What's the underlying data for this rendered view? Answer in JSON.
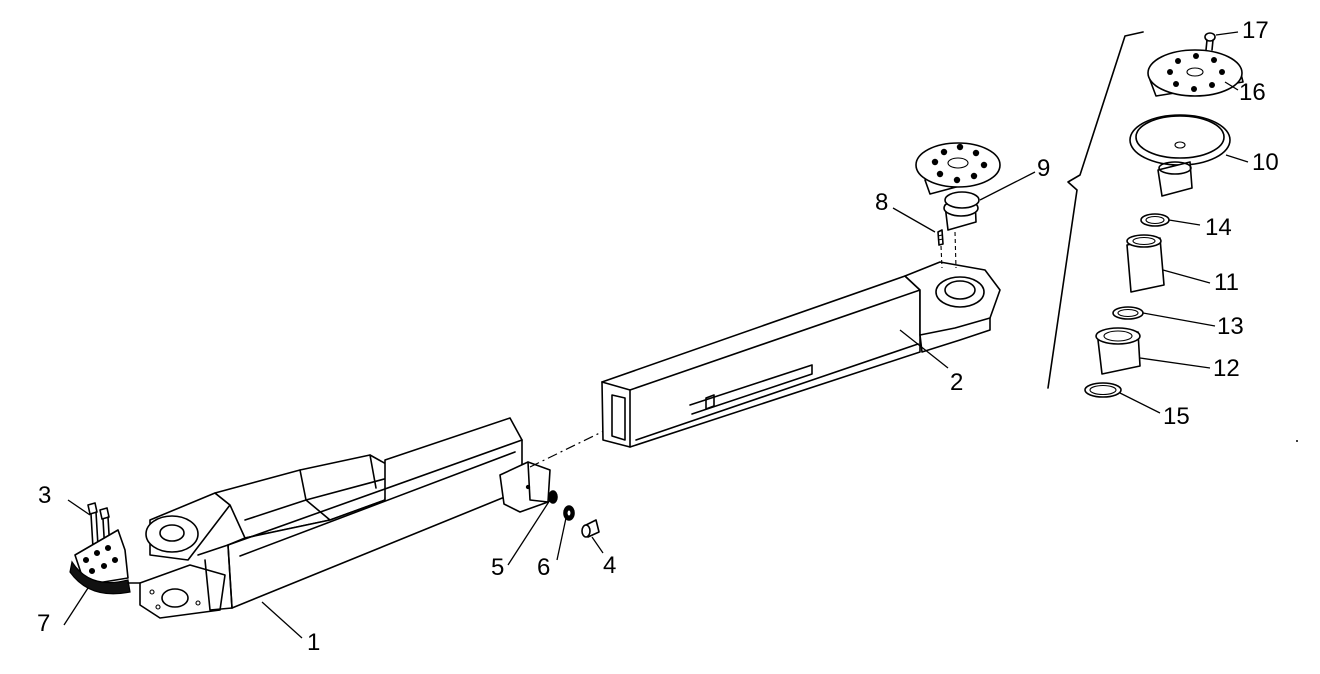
{
  "drawing": {
    "callouts": [
      {
        "id": "1",
        "label": "1"
      },
      {
        "id": "2",
        "label": "2"
      },
      {
        "id": "3",
        "label": "3"
      },
      {
        "id": "4",
        "label": "4"
      },
      {
        "id": "5",
        "label": "5"
      },
      {
        "id": "6",
        "label": "6"
      },
      {
        "id": "7",
        "label": "7"
      },
      {
        "id": "8",
        "label": "8"
      },
      {
        "id": "9",
        "label": "9"
      },
      {
        "id": "10",
        "label": "10"
      },
      {
        "id": "11",
        "label": "11"
      },
      {
        "id": "12",
        "label": "12"
      },
      {
        "id": "13",
        "label": "13"
      },
      {
        "id": "14",
        "label": "14"
      },
      {
        "id": "15",
        "label": "15"
      },
      {
        "id": "16",
        "label": "16"
      },
      {
        "id": "17",
        "label": "17"
      }
    ]
  }
}
